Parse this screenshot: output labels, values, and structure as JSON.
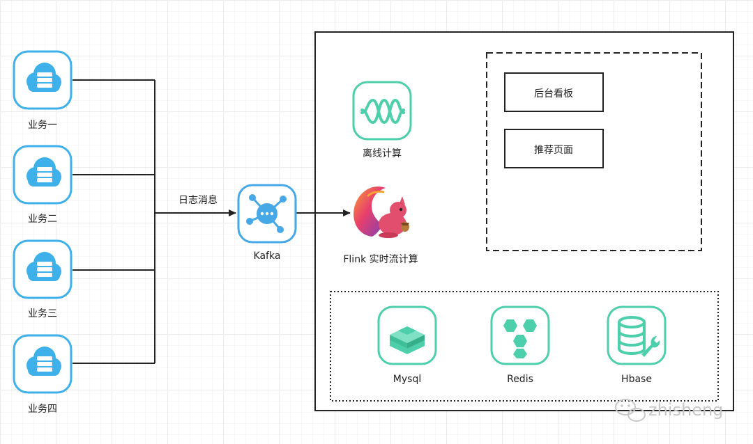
{
  "colors": {
    "business_icon": "#3fb1ea",
    "kafka_icon": "#46a8e6",
    "teal": "#4ccfaa",
    "line": "#222222",
    "watermark": "#c7c7c7"
  },
  "business": [
    {
      "label": "业务一",
      "icon": "cloud-server-icon"
    },
    {
      "label": "业务二",
      "icon": "cloud-server-icon"
    },
    {
      "label": "业务三",
      "icon": "cloud-server-icon"
    },
    {
      "label": "业务四",
      "icon": "cloud-server-icon"
    }
  ],
  "edge_label": "日志消息",
  "kafka": {
    "label": "Kafka",
    "icon": "network-hub-icon"
  },
  "offline": {
    "label": "离线计算",
    "icon": "wave-icon"
  },
  "flink": {
    "label": "Flink 实时流计算",
    "icon": "squirrel-icon"
  },
  "display": {
    "dashboard": "后台看板",
    "recommend": "推荐页面"
  },
  "storage": [
    {
      "label": "Mysql",
      "icon": "database-block-icon"
    },
    {
      "label": "Redis",
      "icon": "hexagon-cluster-icon"
    },
    {
      "label": "Hbase",
      "icon": "database-wrench-icon"
    }
  ],
  "watermark": "zhisheng"
}
